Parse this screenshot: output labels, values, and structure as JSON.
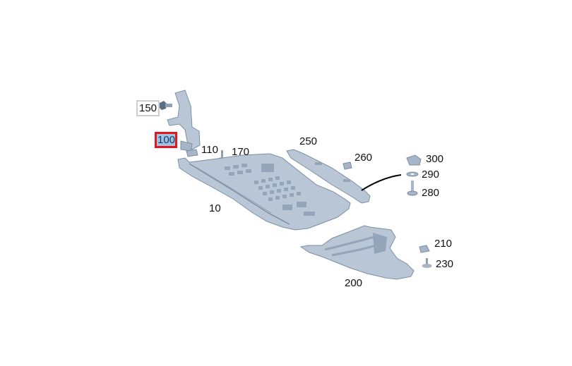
{
  "diagram": {
    "type": "exploded-parts-diagram",
    "subject": "underbody paneling / engine compartment cover",
    "colors": {
      "part_fill": "#b8c6d6",
      "part_shade": "#8fa1b6",
      "part_dark": "#6e8096",
      "highlight_bg": "#9ec3e0",
      "highlight_border": "#e8141c",
      "box_border": "#cfcfcf"
    },
    "callouts": [
      {
        "id": "150",
        "label": "150",
        "style": "boxed",
        "part": "bolt"
      },
      {
        "id": "100",
        "label": "100",
        "style": "selected",
        "part": "bracket"
      },
      {
        "id": "110",
        "label": "110",
        "style": "plain",
        "part": "clip nut"
      },
      {
        "id": "170",
        "label": "170",
        "style": "plain",
        "part": "stud"
      },
      {
        "id": "10",
        "label": "10",
        "style": "plain",
        "part": "underbody panel"
      },
      {
        "id": "250",
        "label": "250",
        "style": "plain",
        "part": "rail"
      },
      {
        "id": "260",
        "label": "260",
        "style": "plain",
        "part": "clip nut"
      },
      {
        "id": "300",
        "label": "300",
        "style": "plain",
        "part": "clip nut"
      },
      {
        "id": "290",
        "label": "290",
        "style": "plain",
        "part": "washer"
      },
      {
        "id": "280",
        "label": "280",
        "style": "plain",
        "part": "screw"
      },
      {
        "id": "210",
        "label": "210",
        "style": "plain",
        "part": "clip nut"
      },
      {
        "id": "230",
        "label": "230",
        "style": "plain",
        "part": "stud"
      },
      {
        "id": "200",
        "label": "200",
        "style": "plain",
        "part": "rear underbody panel"
      }
    ]
  }
}
